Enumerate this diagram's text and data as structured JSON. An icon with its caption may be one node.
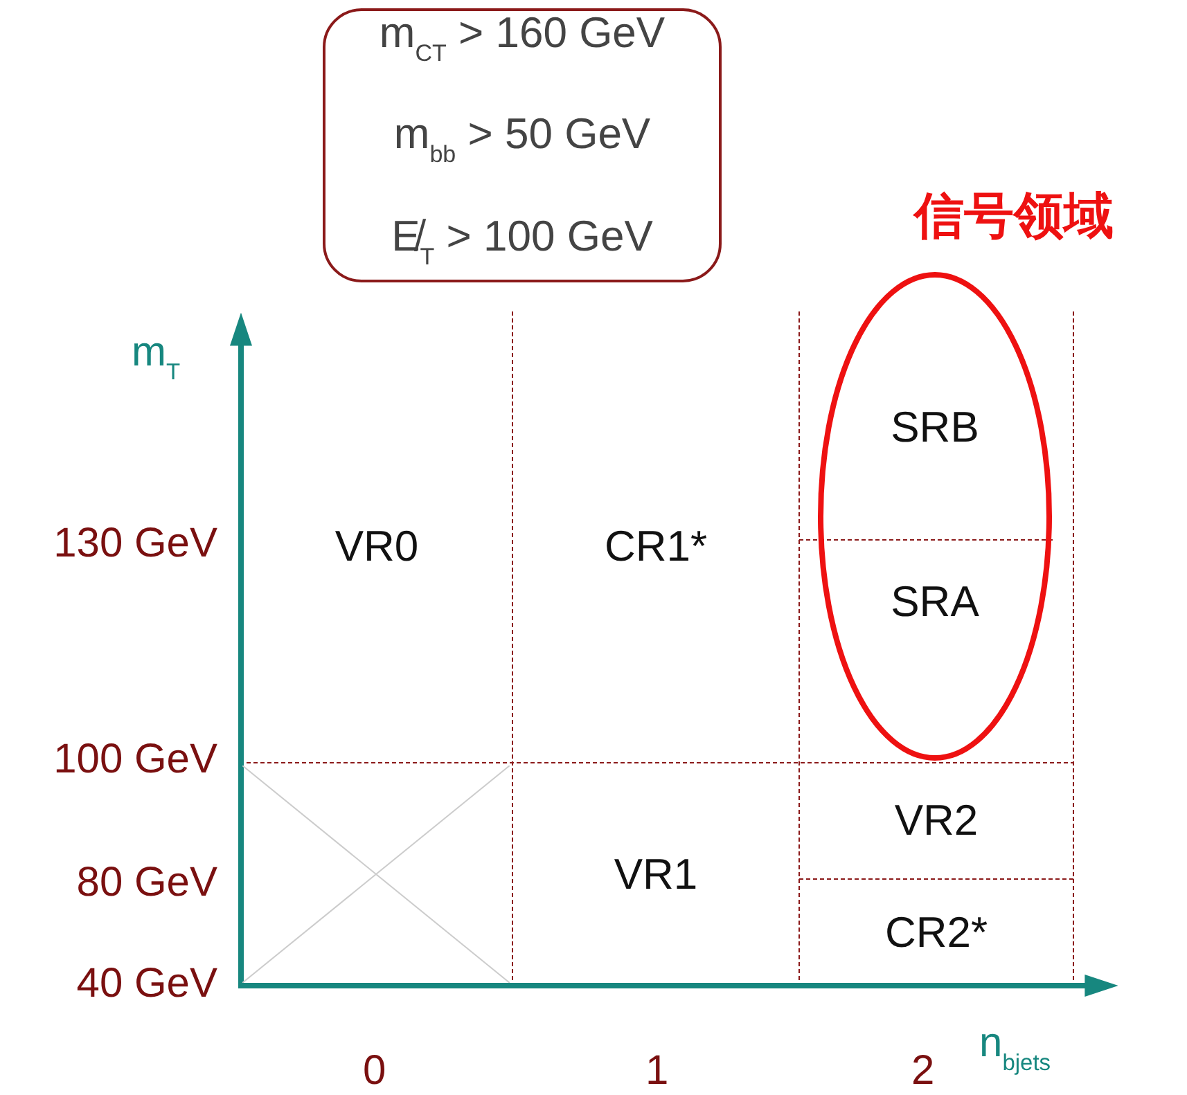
{
  "diagram": {
    "nodes": [
      {
        "text": [
          "m$_{CT}$ > 160 GeV",
          "m$_{bb}$ > 50 GeV",
          "E̸$_{T}$ > 100 GeV"
        ]
      },
      {
        "text": [
          "信号领域"
        ]
      },
      {
        "text": [
          "SRB"
        ],
        "in": 1
      },
      {
        "text": [
          "VR0"
        ]
      },
      {
        "text": [
          "CR1*"
        ]
      },
      {
        "text": [
          "SRA"
        ],
        "in": 1
      },
      {
        "text": [
          "VR1"
        ]
      },
      {
        "text": [
          "VR2"
        ]
      },
      {
        "text": [
          "CR2*"
        ]
      },
      {
        "text": [],
        "shape": "box"
      }
    ],
    "labels": [
      "m$_{T}$",
      "130 GeV",
      "100 GeV",
      "80 GeV",
      "40 GeV",
      "0",
      "1",
      "2",
      "n$_{bjets}$"
    ]
  }
}
